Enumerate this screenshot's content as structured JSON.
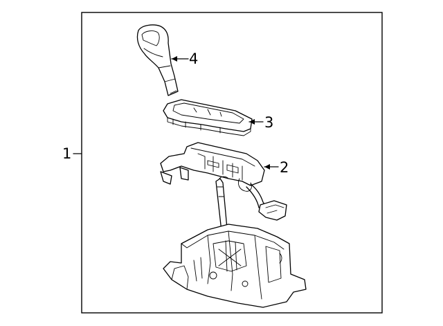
{
  "diagram": {
    "callouts": [
      {
        "id": "assembly",
        "label": "1"
      },
      {
        "id": "base-bracket",
        "label": "2"
      },
      {
        "id": "bezel-trim",
        "label": "3"
      },
      {
        "id": "shift-knob",
        "label": "4"
      }
    ]
  }
}
